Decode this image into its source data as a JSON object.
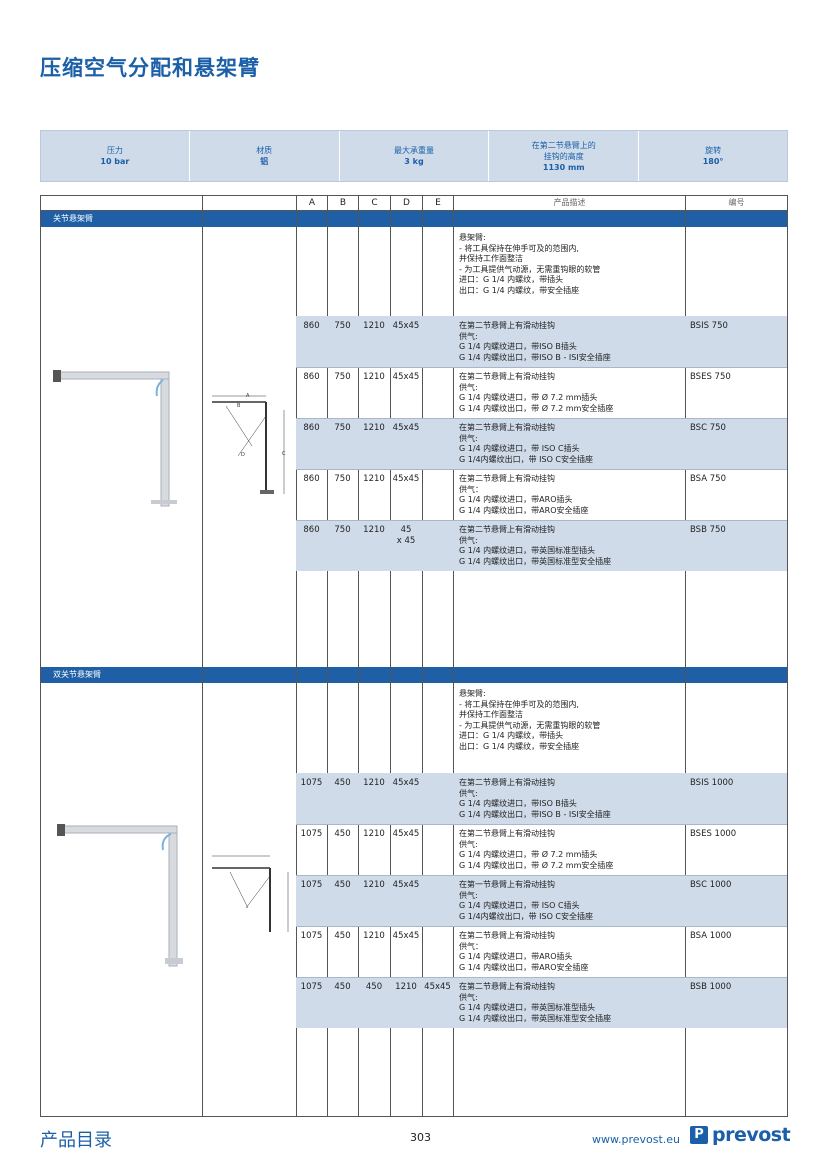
{
  "page_title": "压缩空气分配和悬架臂",
  "specs": [
    {
      "label": "压力",
      "value": "10 bar"
    },
    {
      "label": "材质",
      "value": "铝"
    },
    {
      "label": "最大承重量",
      "value": "3 kg"
    },
    {
      "label_line1": "在第二节悬臂上的",
      "label_line2": "挂钩的高度",
      "value": "1130 mm"
    },
    {
      "label": "旋转",
      "value": "180°"
    }
  ],
  "columns": {
    "a": "A",
    "b": "B",
    "c": "C",
    "d": "D",
    "e": "E",
    "desc": "产品描述",
    "code": "编号"
  },
  "sections": [
    {
      "title": "关节悬架臂",
      "general": [
        "悬架臂:",
        "- 将工具保持在伸手可及的范围内,",
        "并保持工作面整洁",
        "- 为工具提供气动源，无需重钩眼的软管",
        "进口：G 1/4 内螺纹，带插头",
        "出口：G 1/4 内螺纹，带安全插座"
      ],
      "rows": [
        {
          "a": "860",
          "b": "750",
          "c": "1210",
          "d": "45x45",
          "e": "",
          "desc": [
            "在第二节悬臂上有滑动挂钩",
            "供气:",
            "G 1/4 内螺纹进口，带ISO B插头",
            "G 1/4 内螺纹出口，带ISO B - ISI安全插座"
          ],
          "code": "BSIS 750"
        },
        {
          "a": "860",
          "b": "750",
          "c": "1210",
          "d": "45x45",
          "e": "",
          "desc": [
            "在第二节悬臂上有滑动挂钩",
            "供气:",
            "G 1/4 内螺纹进口，带 Ø 7.2 mm插头",
            "G 1/4 内螺纹出口，带 Ø 7.2 mm安全插座"
          ],
          "code": "BSES 750"
        },
        {
          "a": "860",
          "b": "750",
          "c": "1210",
          "d": "45x45",
          "e": "",
          "desc": [
            "在第二节悬臂上有滑动挂钩",
            "供气:",
            "G 1/4 内螺纹进口，带 ISO C插头",
            "G 1/4内螺纹出口，带 ISO C安全插座"
          ],
          "code": "BSC 750"
        },
        {
          "a": "860",
          "b": "750",
          "c": "1210",
          "d": "45x45",
          "e": "",
          "desc": [
            "在第二节悬臂上有滑动挂钩",
            "供气：",
            "G 1/4 内螺纹进口，带ARO插头",
            "G 1/4 内螺纹出口，带ARO安全插座"
          ],
          "code": "BSA 750"
        },
        {
          "a": "860",
          "b": "750",
          "c": "1210",
          "d": "45",
          "d2": "x 45",
          "e": "",
          "desc": [
            "在第二节悬臂上有滑动挂钩",
            "供气:",
            "G 1/4 内螺纹进口，带英国标准型插头",
            "G 1/4 内螺纹出口，带英国标准型安全插座"
          ],
          "code": "BSB 750"
        }
      ]
    },
    {
      "title": "双关节悬架臂",
      "general": [
        "悬架臂:",
        "- 将工具保持在伸手可及的范围内,",
        "并保持工作面整洁",
        "- 为工具提供气动源，无需重钩眼的软管",
        "进口：G 1/4 内螺纹，带插头",
        "出口：G 1/4 内螺纹，带安全插座"
      ],
      "rows": [
        {
          "a": "1075",
          "b": "450",
          "c": "1210",
          "d": "45x45",
          "e": "",
          "desc": [
            "在第二节悬臂上有滑动挂钩",
            "供气:",
            "G 1/4 内螺纹进口，带ISO B插头",
            "G 1/4 内螺纹出口，带ISO B - ISI安全插座"
          ],
          "code": "BSIS 1000"
        },
        {
          "a": "1075",
          "b": "450",
          "c": "1210",
          "d": "45x45",
          "e": "",
          "desc": [
            "在第二节悬臂上有滑动挂钩",
            "供气:",
            "G 1/4 内螺纹进口，带 Ø 7.2 mm插头",
            "G 1/4 内螺纹出口，带 Ø 7.2 mm安全插座"
          ],
          "code": "BSES 1000"
        },
        {
          "a": "1075",
          "b": "450",
          "c": "1210",
          "d": "45x45",
          "e": "",
          "desc": [
            "在第一节悬臂上有滑动挂钩",
            "供气:",
            "G 1/4 内螺纹进口，带 ISO C插头",
            "G 1/4内螺纹出口，带 ISO C安全插座"
          ],
          "code": "BSC 1000"
        },
        {
          "a": "1075",
          "b": "450",
          "c": "1210",
          "d": "45x45",
          "e": "",
          "desc": [
            "在第二节悬臂上有滑动挂钩",
            "供气：",
            "G 1/4 内螺纹进口，带ARO插头",
            "G 1/4 内螺纹出口，带ARO安全插座"
          ],
          "code": "BSA 1000"
        },
        {
          "a": "1075",
          "b": "450",
          "c": "450",
          "d": "1210",
          "e": "45x45",
          "desc": [
            "在第二节悬臂上有滑动挂钩",
            "供气:",
            "G 1/4 内螺纹进口，带英国标准型插头",
            "G 1/4 内螺纹出口，带英国标准型安全插座"
          ],
          "code": "BSB 1000"
        }
      ]
    }
  ],
  "diagram_labels": [
    "A",
    "B",
    "C",
    "D"
  ],
  "footer": {
    "title": "产品目录",
    "page": "303",
    "website": "www.prevost.eu",
    "logo_mark": "P",
    "logo_name": "prevost"
  },
  "colors": {
    "brand_blue": "#1f5fa6",
    "light_blue": "#cfdbe9"
  }
}
